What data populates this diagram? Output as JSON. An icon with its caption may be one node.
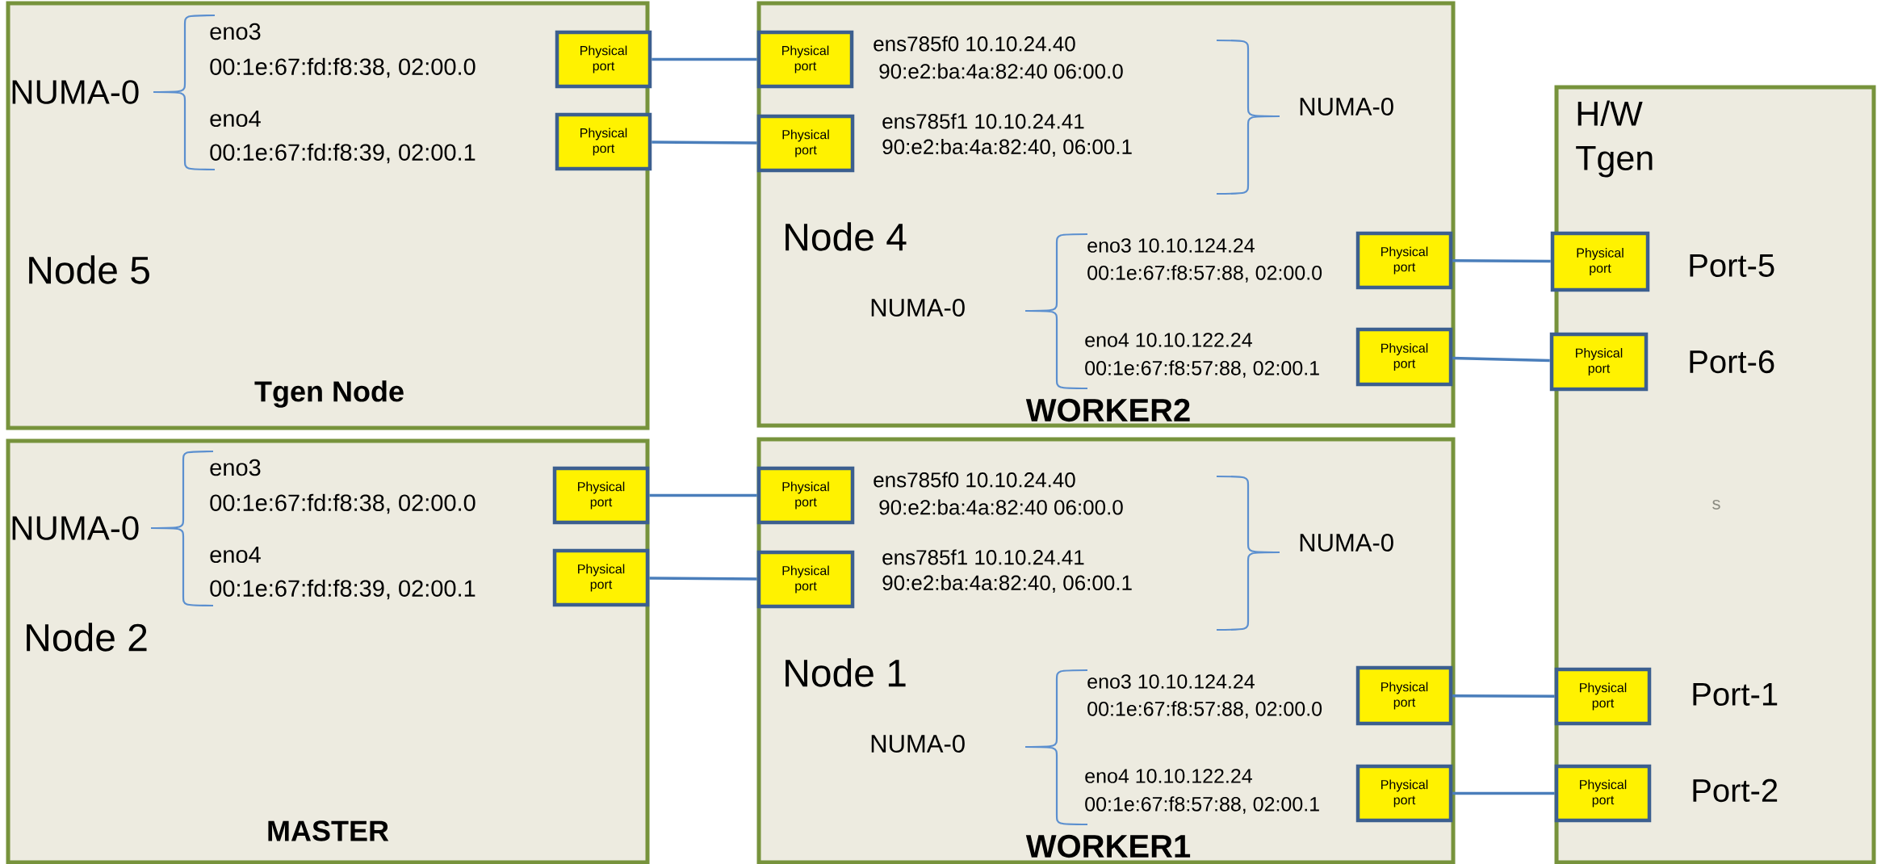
{
  "diagram": {
    "nodes": [
      {
        "text": [
          "NUMA-0",
          "eno3",
          "00:1e:67:fd:f8:38, 02:00.0",
          "eno4",
          "00:1e:67:fd:f8:39, 02:00.1",
          "Node 5",
          "Tgen Node"
        ]
      },
      {
        "text": [
          "Physical port"
        ],
        "in": 0
      },
      {
        "text": [
          "Physical port"
        ],
        "in": 0
      },
      {
        "text": [
          "ens785f0 10.10.24.40",
          "90:e2:ba:4a:82:40 06:00.0",
          "ens785f1 10.10.24.41",
          "90:e2:ba:4a:82:40, 06:00.1",
          "NUMA-0",
          "Node 4",
          "NUMA-0",
          "eno3 10.10.124.24",
          "00:1e:67:f8:57:88, 02:00.0",
          "eno4 10.10.122.24",
          "00:1e:67:f8:57:88, 02:00.1",
          "WORKER2"
        ]
      },
      {
        "text": [
          "Physical port"
        ],
        "in": 3
      },
      {
        "text": [
          "Physical port"
        ],
        "in": 3
      },
      {
        "text": [
          "Physical port"
        ],
        "in": 3
      },
      {
        "text": [
          "Physical port"
        ],
        "in": 3
      },
      {
        "text": [
          "H/W Tgen",
          "Port-5",
          "Port-6",
          "s",
          "Port-1",
          "Port-2"
        ]
      },
      {
        "text": [
          "Physical port"
        ],
        "in": 8
      },
      {
        "text": [
          "Physical port"
        ],
        "in": 8
      },
      {
        "text": [
          "Physical port"
        ],
        "in": 8
      },
      {
        "text": [
          "Physical port"
        ],
        "in": 8
      },
      {
        "text": [
          "NUMA-0",
          "eno3",
          "00:1e:67:fd:f8:38, 02:00.0",
          "eno4",
          "00:1e:67:fd:f8:39, 02:00.1",
          "Node 2",
          "MASTER"
        ]
      },
      {
        "text": [
          "Physical port"
        ],
        "in": 13
      },
      {
        "text": [
          "Physical port"
        ],
        "in": 13
      },
      {
        "text": [
          "ens785f0 10.10.24.40",
          "90:e2:ba:4a:82:40 06:00.0",
          "ens785f1 10.10.24.41",
          "90:e2:ba:4a:82:40, 06:00.1",
          "NUMA-0",
          "Node 1",
          "NUMA-0",
          "eno3 10.10.124.24",
          "00:1e:67:f8:57:88, 02:00.0",
          "eno4 10.10.122.24",
          "00:1e:67:f8:57:88, 02:00.1",
          "WORKER1"
        ]
      },
      {
        "text": [
          "Physical port"
        ],
        "in": 16
      },
      {
        "text": [
          "Physical port"
        ],
        "in": 16
      },
      {
        "text": [
          "Physical port"
        ],
        "in": 16
      },
      {
        "text": [
          "Physical port"
        ],
        "in": 16
      }
    ],
    "edges": [
      {
        "from": 1,
        "to": 4,
        "arrow": "none"
      },
      {
        "from": 2,
        "to": 5,
        "arrow": "none"
      },
      {
        "from": 6,
        "to": 9,
        "arrow": "none"
      },
      {
        "from": 7,
        "to": 10,
        "arrow": "none"
      },
      {
        "from": 14,
        "to": 17,
        "arrow": "none"
      },
      {
        "from": 15,
        "to": 18,
        "arrow": "none"
      },
      {
        "from": 19,
        "to": 11,
        "arrow": "none"
      },
      {
        "from": 20,
        "to": 12,
        "arrow": "none"
      }
    ]
  }
}
